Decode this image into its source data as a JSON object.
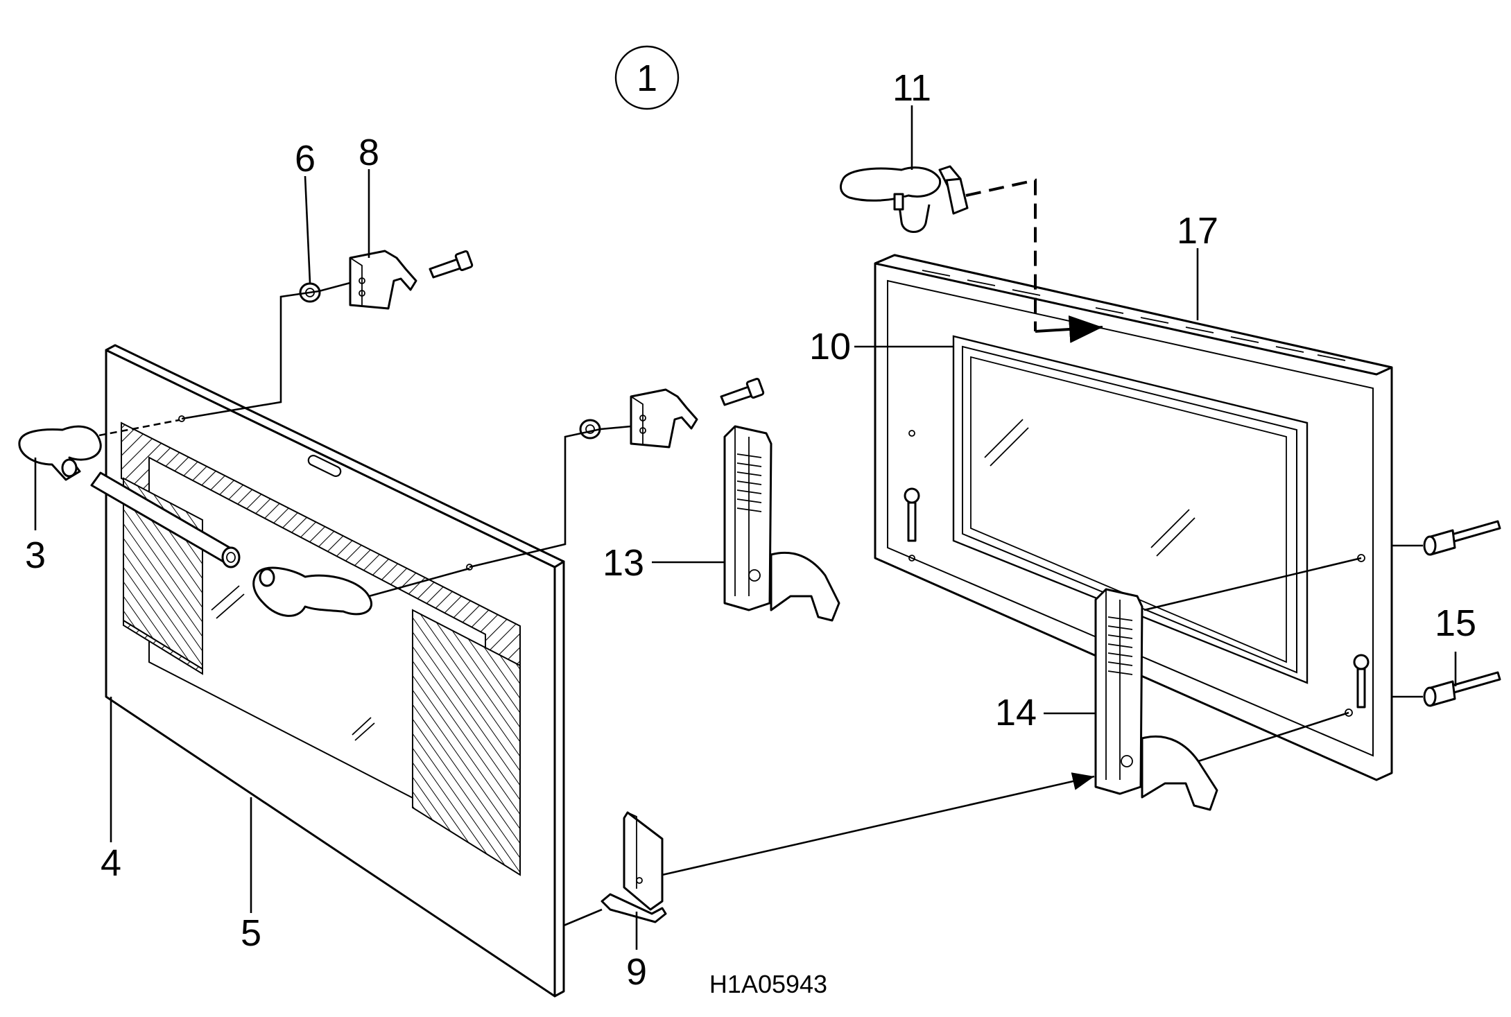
{
  "diagram": {
    "view_number": "1",
    "reference_code": "H1A05943",
    "callouts": [
      {
        "id": "3",
        "text": "3"
      },
      {
        "id": "4",
        "text": "4"
      },
      {
        "id": "5",
        "text": "5"
      },
      {
        "id": "6",
        "text": "6"
      },
      {
        "id": "8",
        "text": "8"
      },
      {
        "id": "9",
        "text": "9"
      },
      {
        "id": "10",
        "text": "10"
      },
      {
        "id": "11",
        "text": "11"
      },
      {
        "id": "13",
        "text": "13"
      },
      {
        "id": "14",
        "text": "14"
      },
      {
        "id": "15",
        "text": "15"
      },
      {
        "id": "17",
        "text": "17"
      }
    ]
  }
}
